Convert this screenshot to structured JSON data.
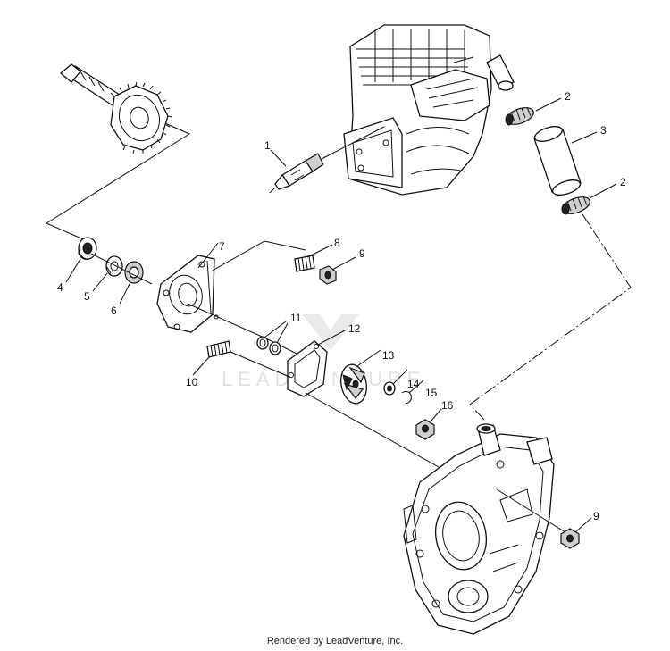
{
  "callouts": [
    "1",
    "2",
    "3",
    "2",
    "4",
    "5",
    "6",
    "7",
    "8",
    "9",
    "11",
    "12",
    "10",
    "13",
    "14",
    "15",
    "16",
    "9"
  ],
  "watermark": "LEADVENTURE",
  "footer": "Rendered by LeadVenture, Inc."
}
